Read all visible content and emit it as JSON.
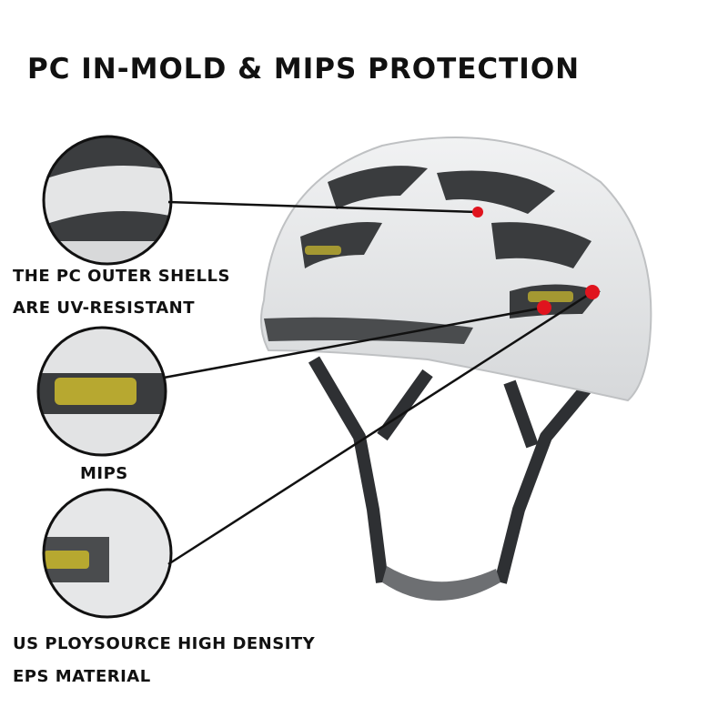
{
  "title": "PC IN-MOLD & MIPS PROTECTION",
  "callouts": [
    {
      "lines": [
        "THE PC OUTER SHELLS",
        "ARE UV-RESISTANT"
      ]
    },
    {
      "lines": [
        "MIPS"
      ]
    },
    {
      "lines": [
        "US PLOYSOURCE HIGH DENSITY",
        "EPS MATERIAL"
      ]
    }
  ],
  "colors": {
    "marker": "#e0141e",
    "shell": "#e8e9ea",
    "mips": "#b7a830",
    "strap": "#2e3033"
  }
}
